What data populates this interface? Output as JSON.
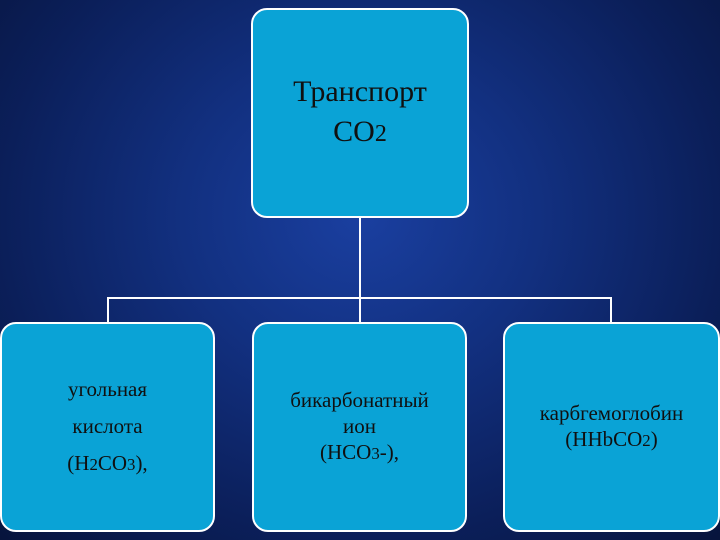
{
  "root": {
    "line1": "Транспорт",
    "line2_main": "CO",
    "line2_sub": "2"
  },
  "children": [
    {
      "line1": "угольная",
      "line2": "кислота",
      "line3_pre": "(H",
      "line3_sub1": "2",
      "line3_mid": "CO",
      "line3_sub2": "3",
      "line3_post": "),"
    },
    {
      "line1": "бикарбонатный",
      "line2": "ион",
      "line3_pre": "(HCO",
      "line3_sub": "3",
      "line3_post": "-),"
    },
    {
      "line1": "карбгемоглобин",
      "line2_pre": "(HHbCO",
      "line2_sub": "2",
      "line2_post": ")"
    }
  ],
  "colors": {
    "box_fill": "#0aa3d6",
    "box_border": "#ffffff",
    "connector": "#ffffff",
    "background": "#123080"
  }
}
